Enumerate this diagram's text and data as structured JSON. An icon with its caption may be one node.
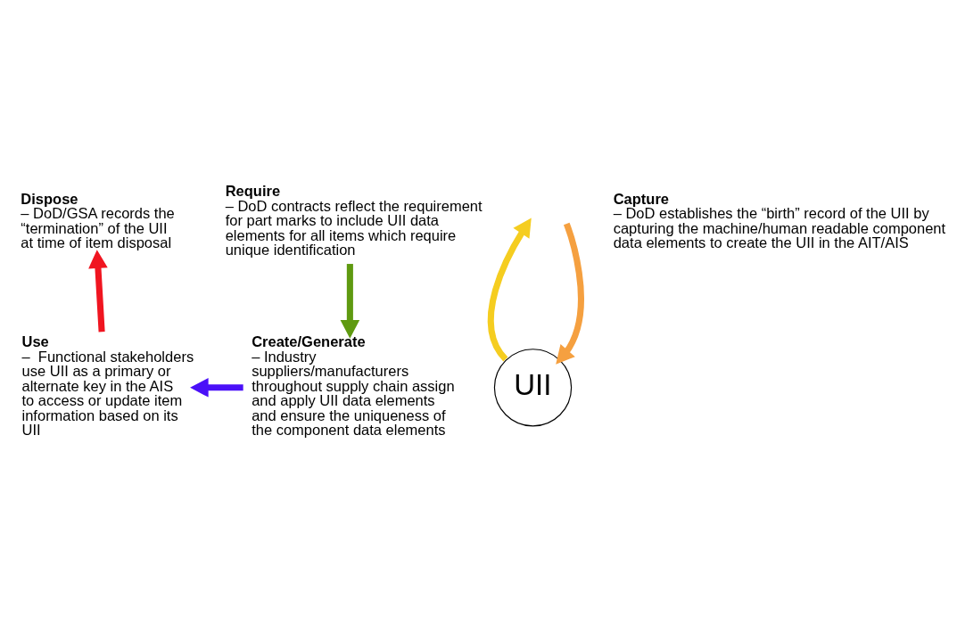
{
  "diagram": {
    "nodes": [
      {
        "text": [
          "Dispose",
          "– DoD/GSA records the “termination” of the UII at time of item disposal"
        ]
      },
      {
        "text": [
          "Require",
          "– DoD contracts reflect the requirement for part marks to include UII data elements for all items which require unique identification"
        ]
      },
      {
        "text": [
          "Use",
          "–  Functional stakeholders use UII as a primary or alternate key in the AIS to access or update item information based on its UII"
        ]
      },
      {
        "text": [
          "UII"
        ]
      },
      {
        "text": [
          "Create/Generate",
          "– Industry suppliers/manufacturers throughout supply chain assign and apply UII data elements and ensure the uniqueness of the component data elements"
        ]
      },
      {
        "text": [
          "Capture",
          "– DoD establishes the “birth” record of the UII by capturing the machine/human readable component data elements to create the UII in the AIT/AIS"
        ]
      }
    ],
    "edges": [
      {
        "from": 1,
        "to": 4,
        "arrow": "to",
        "color": "#5f9a10"
      },
      {
        "from": 4,
        "to": 2,
        "arrow": "to",
        "color": "#4a10f8"
      },
      {
        "from": 2,
        "to": 0,
        "arrow": "to",
        "color": "#f01520"
      },
      {
        "from": 3,
        "to": null,
        "arrow": "to",
        "color": "#f5cd20"
      },
      {
        "from": null,
        "to": 3,
        "arrow": "to",
        "color": "#f5a040"
      }
    ]
  }
}
